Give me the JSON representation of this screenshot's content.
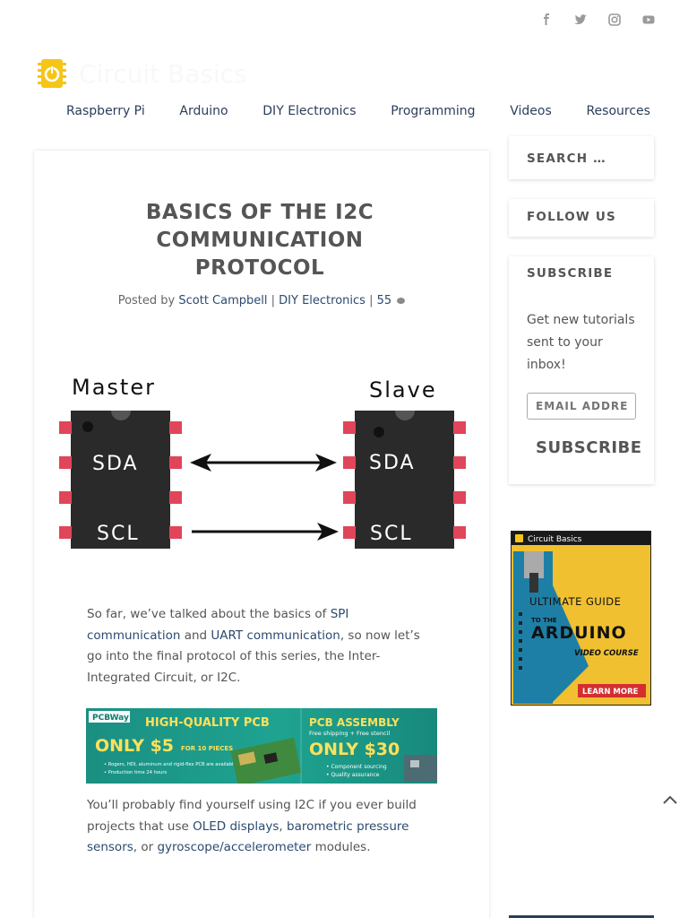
{
  "social": [
    "facebook-icon",
    "twitter-icon",
    "instagram-icon",
    "youtube-icon"
  ],
  "logo": {
    "text": "Circuit Basics"
  },
  "nav": [
    "Raspberry Pi",
    "Arduino",
    "DIY Electronics",
    "Programming",
    "Videos",
    "Resources"
  ],
  "article": {
    "title_lines": [
      "BASICS OF THE I2C",
      "COMMUNICATION",
      "PROTOCOL"
    ],
    "byline": {
      "prefix": "Posted by ",
      "author": "Scott Campbell",
      "sep1": " | ",
      "category": "DIY Electronics",
      "sep2": " | ",
      "comments": "55"
    },
    "diagram": {
      "master_label": "Master",
      "slave_label": "Slave",
      "pin1": "SDA",
      "pin2": "SCL"
    },
    "p1": {
      "t1": "So far, we’ve talked about the basics of ",
      "l1": "SPI communication",
      "t2": " and ",
      "l2": "UART communication",
      "t3": ", so now let’s go into the final protocol of this series, the Inter-Integrated Circuit, or I2C."
    },
    "ad": {
      "brand": "PCBWay",
      "h1": "HIGH-QUALITY PCB",
      "price1": "ONLY $5",
      "price1_note": "FOR 10 PIECES",
      "b1": "• Rogers, HDI, aluminum and rigid-flex PCB are available now",
      "b2": "• Production time 24 hours",
      "h2": "PCB ASSEMBLY",
      "h2_note": "Free shipping + Free stencil",
      "price2": "ONLY $30",
      "b3": "• Component sourcing",
      "b4": "• Quality assurance"
    },
    "p2": {
      "t1": "You’ll probably find yourself using I2C if you ever build projects that use ",
      "l1": "OLED displays",
      "t2": ", ",
      "l2": "barometric pressure sensors",
      "t3": ", or ",
      "l3": "gyroscope/accelerometer",
      "t4": " modules."
    }
  },
  "sidebar": {
    "search_label": "SEARCH …",
    "follow_label": "FOLLOW US",
    "subscribe_head": "SUBSCRIBE",
    "subscribe_text": "Get new tutorials sent to your inbox!",
    "email_placeholder": "EMAIL ADDRESS",
    "subscribe_button": "SUBSCRIBE"
  },
  "promo": {
    "brand": "Circuit Basics",
    "line1": "ULTIMATE GUIDE",
    "line2": "TO THE",
    "line3": "ARDUINO",
    "line4": "VIDEO COURSE",
    "cta": "LEARN MORE"
  },
  "colors": {
    "link": "#2b4a70",
    "ad_green": "#1fa391",
    "promo_yellow": "#f0c030",
    "pin_red": "#e0455a",
    "logo_yellow": "#f5c518"
  }
}
